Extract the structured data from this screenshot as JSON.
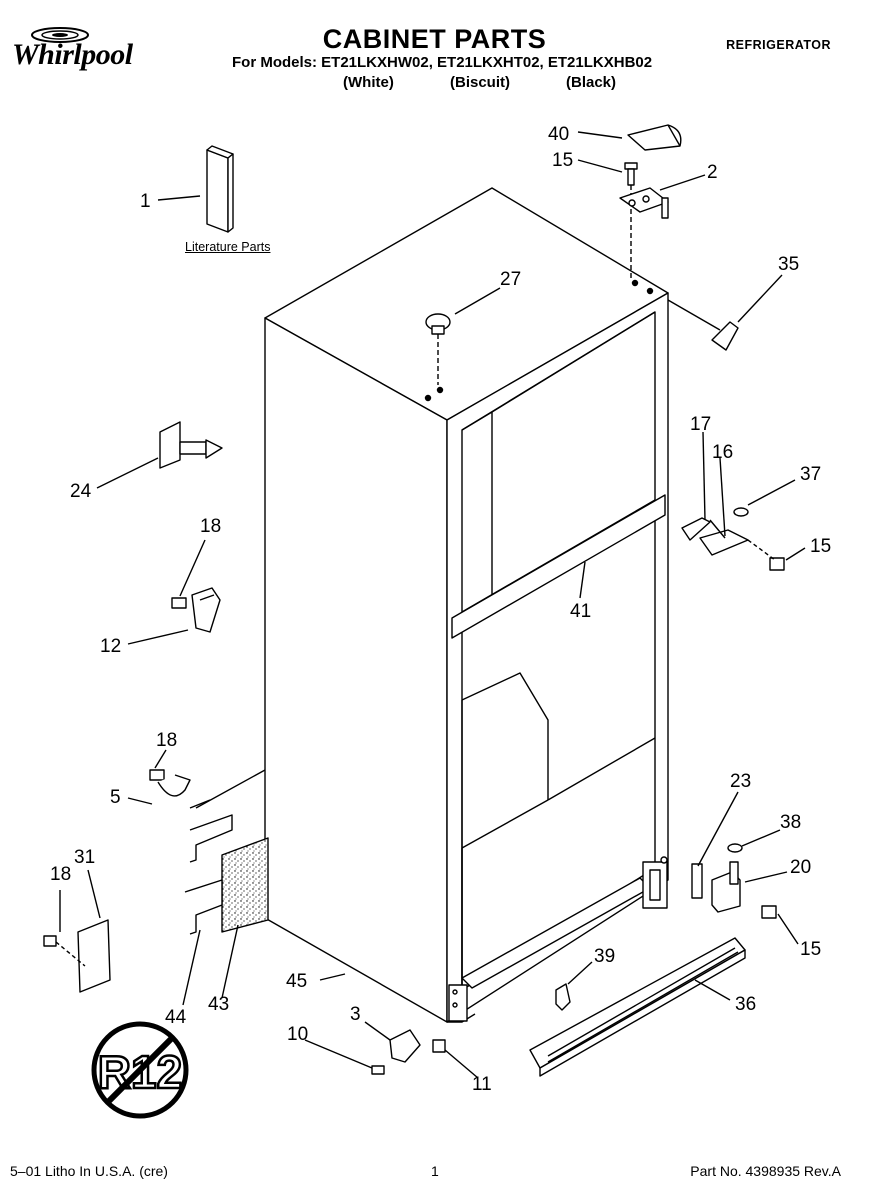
{
  "header": {
    "brand": "Whirlpool",
    "title": "CABINET PARTS",
    "models_line": "For Models: ET21LKXHW02, ET21LKXHT02, ET21LKXHB02",
    "colors": [
      "(White)",
      "(Biscuit)",
      "(Black)"
    ],
    "category": "REFRIGERATOR"
  },
  "diagram": {
    "literature_label": "Literature Parts",
    "badge_text": "R12",
    "part_labels": [
      "1",
      "40",
      "15",
      "2",
      "35",
      "27",
      "24",
      "17",
      "16",
      "37",
      "15",
      "18",
      "41",
      "12",
      "18",
      "5",
      "23",
      "38",
      "31",
      "18",
      "20",
      "15",
      "39",
      "45",
      "36",
      "44",
      "43",
      "3",
      "10",
      "11"
    ]
  },
  "footer": {
    "left": "5–01 Litho In U.S.A. (cre)",
    "center": "1",
    "right": "Part No. 4398935 Rev.A"
  },
  "colors": {
    "ink": "#000000",
    "paper": "#ffffff"
  }
}
